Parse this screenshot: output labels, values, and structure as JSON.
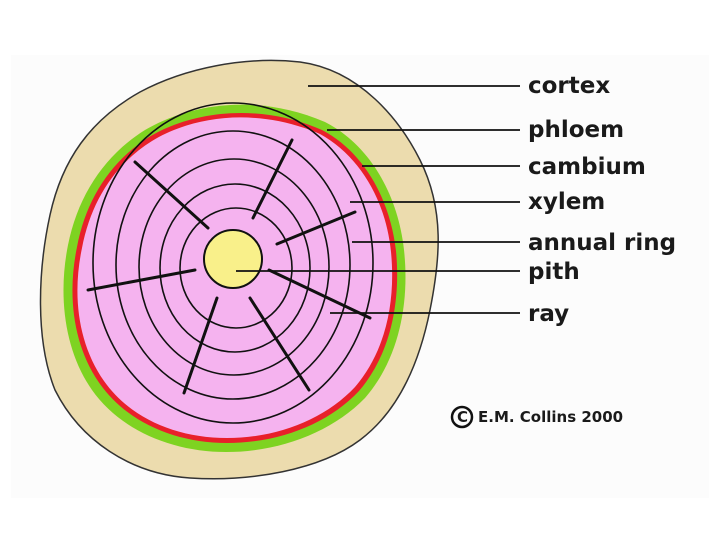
{
  "diagram": {
    "labels": {
      "cortex": "cortex",
      "phloem": "phloem",
      "cambium": "cambium",
      "xylem": "xylem",
      "annual_ring": "annual ring",
      "pith": "pith",
      "ray": "ray"
    },
    "copyright": {
      "symbol": "C",
      "text": "E.M. Collins 2000"
    },
    "colors": {
      "cortex": "#ecdcae",
      "phloem": "#7ed321",
      "cambium": "#e8202a",
      "xylem": "#f5b3ef",
      "pith": "#f9f08a",
      "lines": "#111111"
    }
  }
}
